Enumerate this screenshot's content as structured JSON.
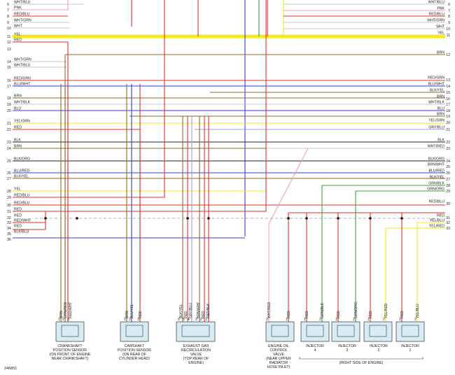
{
  "colors": {
    "red": "#e03030",
    "yellow": "#f2ea1e",
    "blue": "#3a3ad8",
    "brown": "#8a6a28",
    "green": "#3aa040",
    "pink": "#f2a0a8",
    "black": "#222222",
    "white": "#c8c8c8",
    "violet": "#a09ad8",
    "gray": "#9a9a9a"
  },
  "left_pins": [
    {
      "n": "6",
      "label": "WHT/BLU"
    },
    {
      "n": "7",
      "label": "PNK"
    },
    {
      "n": "8",
      "label": "RED/BLU"
    },
    {
      "n": "9",
      "label": "WHT/GRN"
    },
    {
      "n": "10",
      "label": "WHT"
    },
    {
      "n": "11",
      "label": "YEL"
    },
    {
      "n": "12",
      "label": "RED"
    },
    {
      "n": "13",
      "label": ""
    },
    {
      "n": "14",
      "label": "WHT/GRN"
    },
    {
      "n": "15",
      "label": "WHT/BLU"
    },
    {
      "n": "16",
      "label": "RED/GRN"
    },
    {
      "n": "17",
      "label": "BLU/WHT"
    },
    {
      "n": "18",
      "label": "BRN"
    },
    {
      "n": "19",
      "label": "WHT/BLK"
    },
    {
      "n": "20",
      "label": "BLU"
    },
    {
      "n": "21",
      "label": "YEL/GRN"
    },
    {
      "n": "22",
      "label": "RED"
    },
    {
      "n": "23",
      "label": "BLK"
    },
    {
      "n": "24",
      "label": "BRN"
    },
    {
      "n": "25",
      "label": "BLK/ORG"
    },
    {
      "n": "26",
      "label": "BLU/RED"
    },
    {
      "n": "27",
      "label": "BLK/YEL"
    },
    {
      "n": "28",
      "label": "YEL"
    },
    {
      "n": "29",
      "label": "RED/BLU"
    },
    {
      "n": "30",
      "label": "RED/BLU"
    },
    {
      "n": "31",
      "label": "RED"
    },
    {
      "n": "32",
      "label": "RED"
    },
    {
      "n": "33",
      "label": "RED/WHT"
    },
    {
      "n": "34",
      "label": "RED"
    },
    {
      "n": "35",
      "label": "BLK/BLU"
    },
    {
      "n": "36",
      "label": ""
    }
  ],
  "right_pins": [
    {
      "n": "6",
      "label": "WHT/BLU"
    },
    {
      "n": "7",
      "label": "PNK"
    },
    {
      "n": "8",
      "label": "RED/BLU"
    },
    {
      "n": "9",
      "label": "WHT/GRN"
    },
    {
      "n": "10",
      "label": "WHT"
    },
    {
      "n": "11",
      "label": "YEL"
    },
    {
      "n": "12",
      "label": "BRN"
    },
    {
      "n": "13",
      "label": "RED/GRN"
    },
    {
      "n": "14",
      "label": "BLU/WHT"
    },
    {
      "n": "15",
      "label": "BLK/YEL"
    },
    {
      "n": "16",
      "label": "BRN"
    },
    {
      "n": "17",
      "label": "WHT/BLK"
    },
    {
      "n": "18",
      "label": "BLU"
    },
    {
      "n": "19",
      "label": "BRN"
    },
    {
      "n": "20",
      "label": "YEL/GRN"
    },
    {
      "n": "21",
      "label": "GRY/BLU"
    },
    {
      "n": "22",
      "label": "BLK"
    },
    {
      "n": "23",
      "label": "WHT/RED"
    },
    {
      "n": "24",
      "label": "BLK/ORG"
    },
    {
      "n": "25",
      "label": "BRN/WHT"
    },
    {
      "n": "26",
      "label": "BLU/RED"
    },
    {
      "n": "27",
      "label": "BLK/YEL"
    },
    {
      "n": "28",
      "label": "GRN/BLK"
    },
    {
      "n": "29",
      "label": "GRN/ORG"
    },
    {
      "n": "30",
      "label": "RED/BLU"
    },
    {
      "n": "31",
      "label": "RED"
    },
    {
      "n": "32",
      "label": "YEL/BLU"
    },
    {
      "n": "33",
      "label": "YEL/RED"
    }
  ],
  "components": [
    {
      "id": "crank",
      "title": "CRANKSHAFT",
      "lines": [
        "POSITION SENSOR",
        "(ON FRONT OF ENGINE",
        "NEAR CRANKSHAFT)"
      ],
      "wires": [
        "BRN",
        "GRN/RED",
        "RED/WHT"
      ],
      "pins": [
        "1",
        "2",
        "3"
      ]
    },
    {
      "id": "cam",
      "title": "CAMSHAFT",
      "lines": [
        "POSITION SENSOR",
        "(ON REAR OF",
        "CYLINDER HEAD)"
      ],
      "wires": [
        "BRN",
        "BLU/YEL",
        "RED"
      ],
      "pins": [
        "1",
        "2",
        "3"
      ]
    },
    {
      "id": "egr",
      "title": "EXHAUST GAS",
      "lines": [
        "RECIRCULATION",
        "VALVE",
        "(TOP REAR OF",
        "ENGINE)"
      ],
      "wires": [
        "BLK/YEL",
        "RED",
        "GRY/BLU",
        "BRN/WHT",
        "RED",
        "RED/BLK"
      ],
      "pins": [
        "6",
        "5",
        "4",
        "3",
        "2",
        "1"
      ]
    },
    {
      "id": "oil",
      "title": "ENGINE OIL",
      "lines": [
        "CONTROL",
        "VALVE",
        "(NEAR UPPER",
        "RADIATOR",
        "HOSE INLET)"
      ],
      "wires": [
        "WHT/RED",
        "RED"
      ],
      "pins": [
        "2",
        "1"
      ]
    },
    {
      "id": "inj4",
      "title": "INJECTOR",
      "lines": [
        "4"
      ],
      "wires": [
        "RED",
        "GRN/BLK"
      ],
      "pins": [
        "1",
        "2"
      ]
    },
    {
      "id": "inj3",
      "title": "INJECTOR",
      "lines": [
        "3"
      ],
      "wires": [
        "RED",
        "GRN/ORG"
      ],
      "pins": [
        "1",
        "2"
      ]
    },
    {
      "id": "inj2",
      "title": "INJECTOR",
      "lines": [
        "2"
      ],
      "wires": [
        "RED",
        "YEL/RED"
      ],
      "pins": [
        "1",
        "2"
      ]
    },
    {
      "id": "inj1",
      "title": "INJECTOR",
      "lines": [
        "1"
      ],
      "wires": [
        "RED",
        "YEL/BLU"
      ],
      "pins": [
        "1",
        "2"
      ]
    }
  ],
  "injector_group_label": "(RIGHT SIDE OF ENGINE)",
  "figure_id": "246851"
}
